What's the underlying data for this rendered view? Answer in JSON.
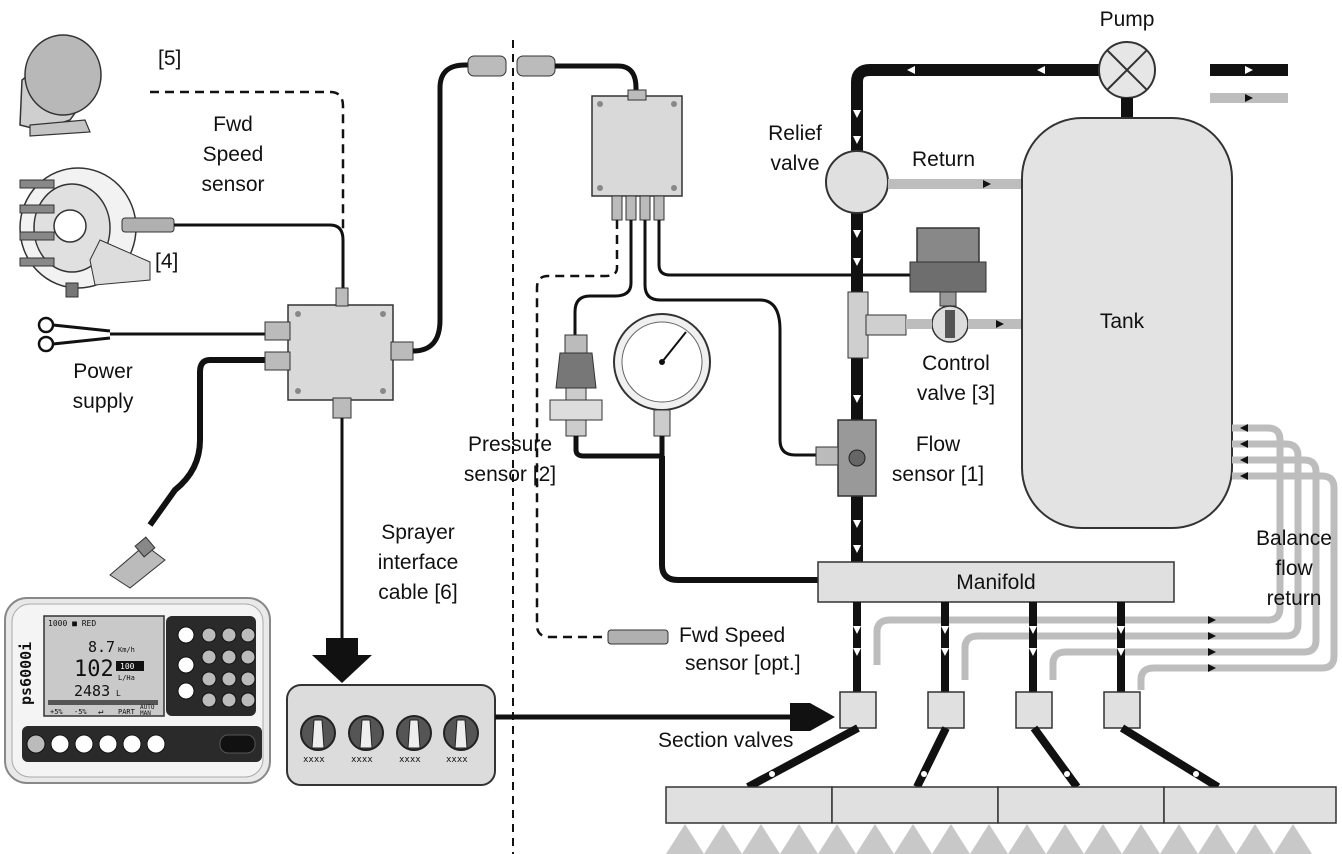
{
  "labels": {
    "item5": "[5]",
    "fwd_speed_line1": "Fwd",
    "fwd_speed_line2": "Speed",
    "fwd_speed_line3": "sensor",
    "item4": "[4]",
    "power_line1": "Power",
    "power_line2": "supply",
    "cable_line1": "Sprayer",
    "cable_line2": "interface",
    "cable_line3": "cable [6]",
    "pressure_line1": "Pressure",
    "pressure_line2": "sensor [2]",
    "fwd_opt_line1": "Fwd Speed",
    "fwd_opt_line2": "sensor [opt.]",
    "section_valves": "Section valves",
    "pump": "Pump",
    "relief_line1": "Relief",
    "relief_line2": "valve",
    "return": "Return",
    "tank": "Tank",
    "control_line1": "Control",
    "control_line2": "valve [3]",
    "flow_line1": "Flow",
    "flow_line2": "sensor [1]",
    "manifold": "Manifold",
    "balance_line1": "Balance",
    "balance_line2": "flow",
    "balance_line3": "return"
  },
  "console": {
    "brand": "ps6000i",
    "top_bar": "1000 ■ RED",
    "speed_value": "8.7",
    "speed_unit": "Km/h",
    "rate_value": "102",
    "rate_target": "100",
    "rate_unit": "L/Ha",
    "tank_value": "2483",
    "tank_unit": "L",
    "btn_step_up": "+5%",
    "btn_step_down": "-5%",
    "btn_enter": "↵",
    "btn_part": "PART",
    "btn_auto": "AUTO",
    "btn_man": "MAN"
  },
  "colors": {
    "pipe_pressure": "#111111",
    "pipe_return": "#bdbdbd",
    "component_fill": "#d9d9d9",
    "tank_fill": "#e3e3e3"
  }
}
